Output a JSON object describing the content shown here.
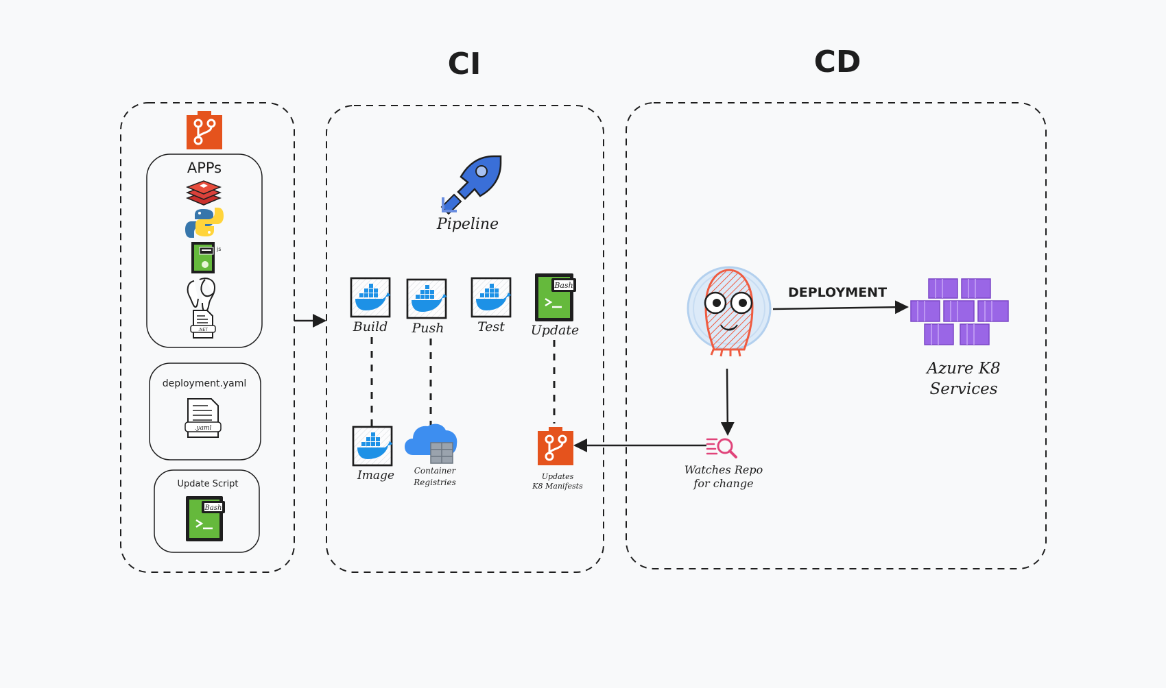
{
  "sections": {
    "ci_title": "CI",
    "cd_title": "CD"
  },
  "source": {
    "apps_label": "APPs",
    "deployment_label": "deployment.yaml",
    "yaml_tag": ".yaml",
    "script_label": "Update Script",
    "bash_tag": "Bash",
    "net_tag": ".NET"
  },
  "ci": {
    "pipeline_label": "Pipeline",
    "steps": {
      "build": "Build",
      "push": "Push",
      "test": "Test",
      "update": "Update"
    },
    "update_bash_tag": "Bash",
    "image_label": "Image",
    "registries_line1": "Container",
    "registries_line2": "Registries",
    "manifests_line1": "Updates",
    "manifests_line2": "K8 Manifests"
  },
  "cd": {
    "deployment_label": "DEPLOYMENT",
    "aks_line1": "Azure K8",
    "aks_line2": "Services",
    "watch_line1": "Watches Repo",
    "watch_line2": "for change"
  },
  "colors": {
    "git_orange": "#e5531d",
    "docker_blue": "#1d91e6",
    "bash_green": "#65b93c",
    "pipeline_blue": "#3a6fd8",
    "argo_red": "#ef5b40",
    "aks_purple": "#9a66e6",
    "registry_blue": "#3d8ef0"
  },
  "icons": [
    "git-repo-icon",
    "redis-icon",
    "python-icon",
    "nodejs-icon",
    "postgres-icon",
    "dotnet-file-icon",
    "yaml-file-icon",
    "bash-icon",
    "azure-pipelines-icon",
    "docker-icon",
    "container-registry-icon",
    "argocd-icon",
    "aks-icon",
    "search-repo-icon"
  ]
}
